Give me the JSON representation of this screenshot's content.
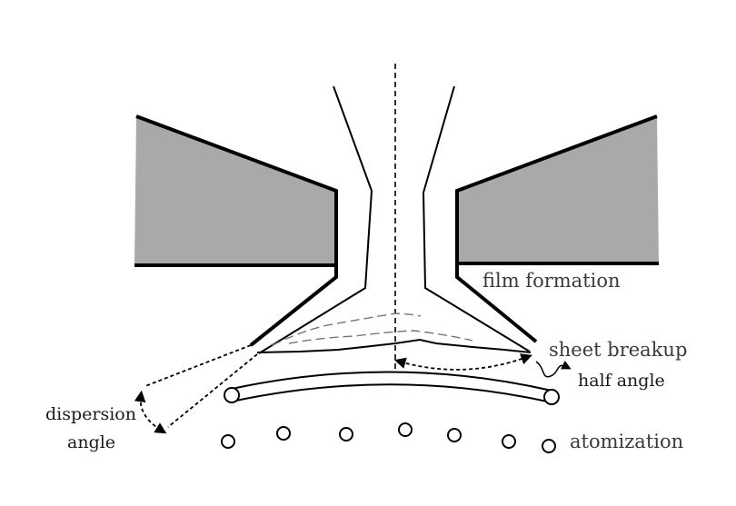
{
  "labels": {
    "film_formation": "film formation",
    "sheet_breakup": "sheet breakup",
    "half_angle": "half angle",
    "dispersion_line1": "dispersion",
    "dispersion_line2": "angle",
    "atomization": "atomization"
  },
  "colors": {
    "nozzle_fill": "#a9a9a9",
    "stroke": "#000000",
    "dashed_sheet": "#777777",
    "label_text": "#3a3a3a"
  }
}
